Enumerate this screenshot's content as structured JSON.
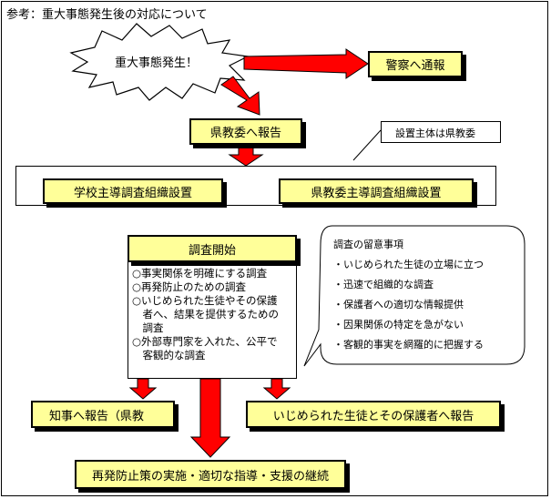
{
  "header": {
    "title": "参考：重大事態発生後の対応について"
  },
  "nodes": {
    "burst": "重大事態発生！",
    "police": "警察へ通報",
    "report_board": "県教委へ報告",
    "founder_note": "設置主体は県教委",
    "school_org": "学校主導調査組織設置",
    "board_org": "県教委主導調査組織設置",
    "start": "調査開始",
    "governor": "知事へ報告（県教",
    "victim_report": "いじめられた生徒とその保護者へ報告",
    "final": "再発防止策の実施・適切な指導・支援の継続"
  },
  "survey_items": [
    "○事実関係を明確にする調査",
    "○再発防止のための調査",
    "○いじめられた生徒やその保護",
    "　者へ、結果を提供するための",
    "　調査",
    "○外部専門家を入れた、公平で",
    "　客観的な調査"
  ],
  "notes": {
    "title": "調査の留意事項",
    "items": [
      "・いじめられた生徒の立場に立つ",
      "・迅速で組織的な調査",
      "・保護者への適切な情報提供",
      "・因果関係の特定を急がない",
      "・客観的事実を網羅的に把握する"
    ]
  },
  "colors": {
    "arrow": "#ff0000",
    "box_fill": "#ffff99",
    "burst_fill": "#ffffff"
  }
}
